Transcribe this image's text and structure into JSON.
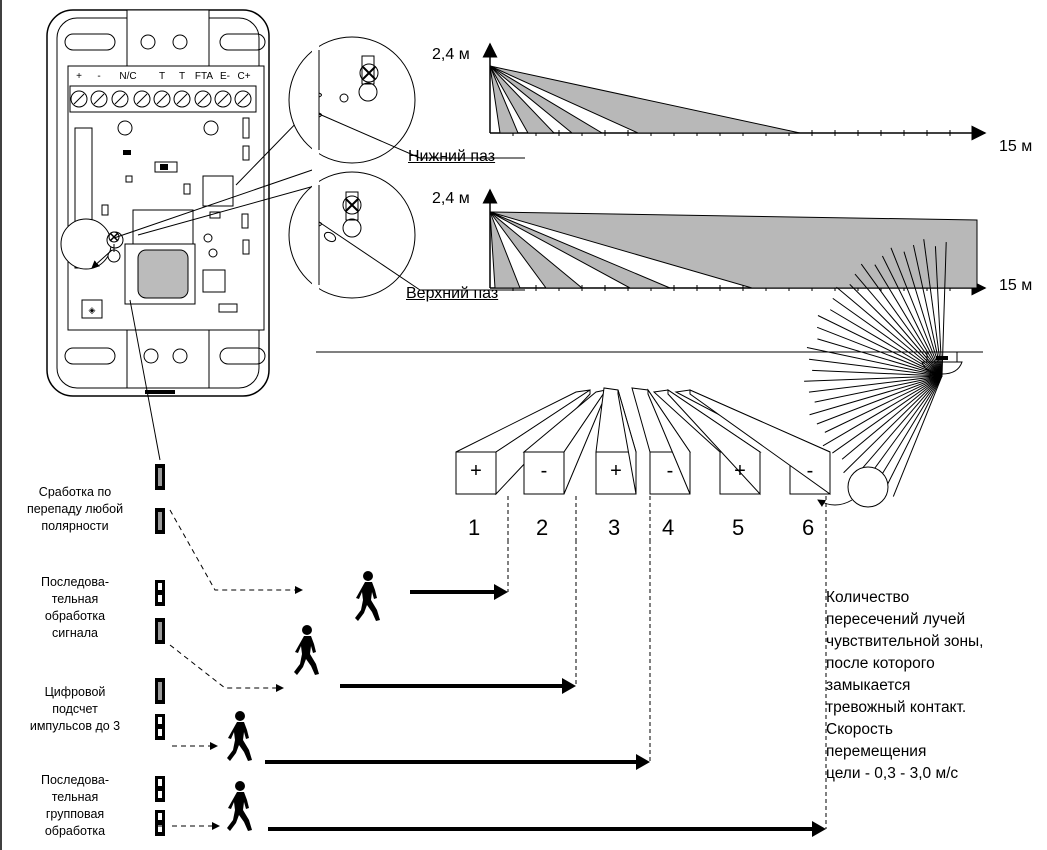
{
  "detector": {
    "terminal_labels": [
      "+",
      "-",
      "N/C",
      "T",
      "T",
      "FTA",
      "E-",
      "C+"
    ]
  },
  "patterns": {
    "lower": {
      "height_label": "2,4 м",
      "range_label": "15 м",
      "slot_label": "Нижний паз"
    },
    "upper": {
      "height_label": "2,4 м",
      "range_label": "15 м",
      "slot_label": "Верхний паз"
    }
  },
  "beams": {
    "signs": [
      "+",
      "-",
      "+",
      "-",
      "+",
      "-"
    ],
    "numbers": [
      "1",
      "2",
      "3",
      "4",
      "5",
      "6"
    ]
  },
  "modes": [
    {
      "label": "Сработка по\nперепаду любой\nполярности",
      "crossings": 1
    },
    {
      "label": "Последова-\nтельная\nобработка\nсигнала",
      "crossings": 2
    },
    {
      "label": "Цифровой\nподсчет\nимпульсов до 3",
      "crossings": 3
    },
    {
      "label": "Последова-\nтельная\nгрупповая\nобработка",
      "crossings": 6
    }
  ],
  "note": "Количество\nпересечений лучей\nчувствительной зоны,\nпосле которого\nзамыкается\nтревожный контакт.\nСкорость\nперемещения\nцели - 0,3 - 3,0 м/с"
}
